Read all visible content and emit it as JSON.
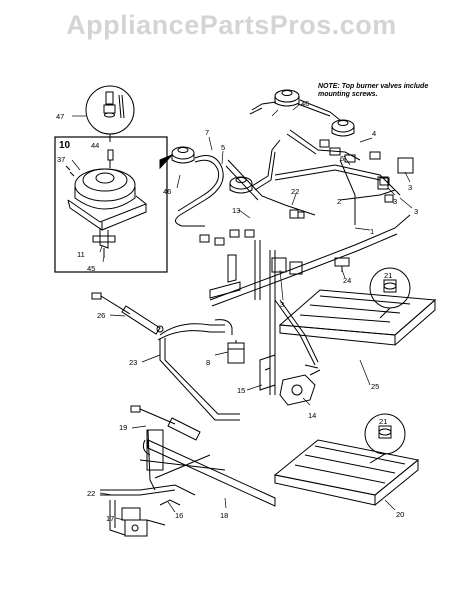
{
  "watermark": "AppliancePartsPros.com",
  "note": "NOTE: Top burner valves include mounting screws.",
  "callouts": {
    "c1": "1",
    "c2": "2",
    "c3a": "3",
    "c3b": "3",
    "c3c": "3",
    "c3d": "3",
    "c4": "4",
    "c5": "5",
    "c6": "6",
    "c7": "7",
    "c8": "8",
    "c10": "10",
    "c11": "11",
    "c13": "13",
    "c14": "14",
    "c15": "15",
    "c16": "16",
    "c17": "17",
    "c18": "18",
    "c19": "19",
    "c20": "20",
    "c21a": "21",
    "c21b": "21",
    "c22a": "22",
    "c22b": "22",
    "c23": "23",
    "c24": "24",
    "c25": "25",
    "c26": "26",
    "c37": "37",
    "c44": "44",
    "c45": "45",
    "c46a": "46",
    "c46b": "46",
    "c47": "47"
  }
}
